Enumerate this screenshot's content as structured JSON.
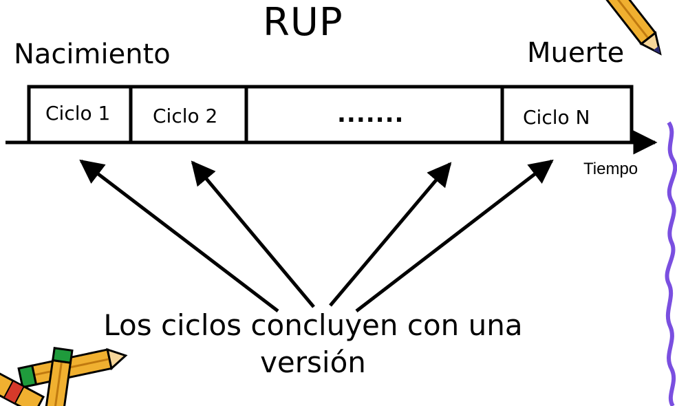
{
  "title": "RUP",
  "timeline": {
    "start_label": "Nacimiento",
    "end_label": "Muerte",
    "axis_label": "Tiempo",
    "cycles": [
      "Ciclo 1",
      "Ciclo 2",
      ".......",
      "Ciclo N"
    ]
  },
  "caption": "Los ciclos concluyen con una versión",
  "colors": {
    "line": "#000000",
    "pencil_body": "#f0b030",
    "pencil_tip": "#2a2a70",
    "eraser": "#1f9b3c",
    "squiggle": "#7a4fe0"
  },
  "decorations": [
    "pencil-icon-top-right",
    "pencil-icon-bottom-left",
    "squiggle-border-right"
  ]
}
